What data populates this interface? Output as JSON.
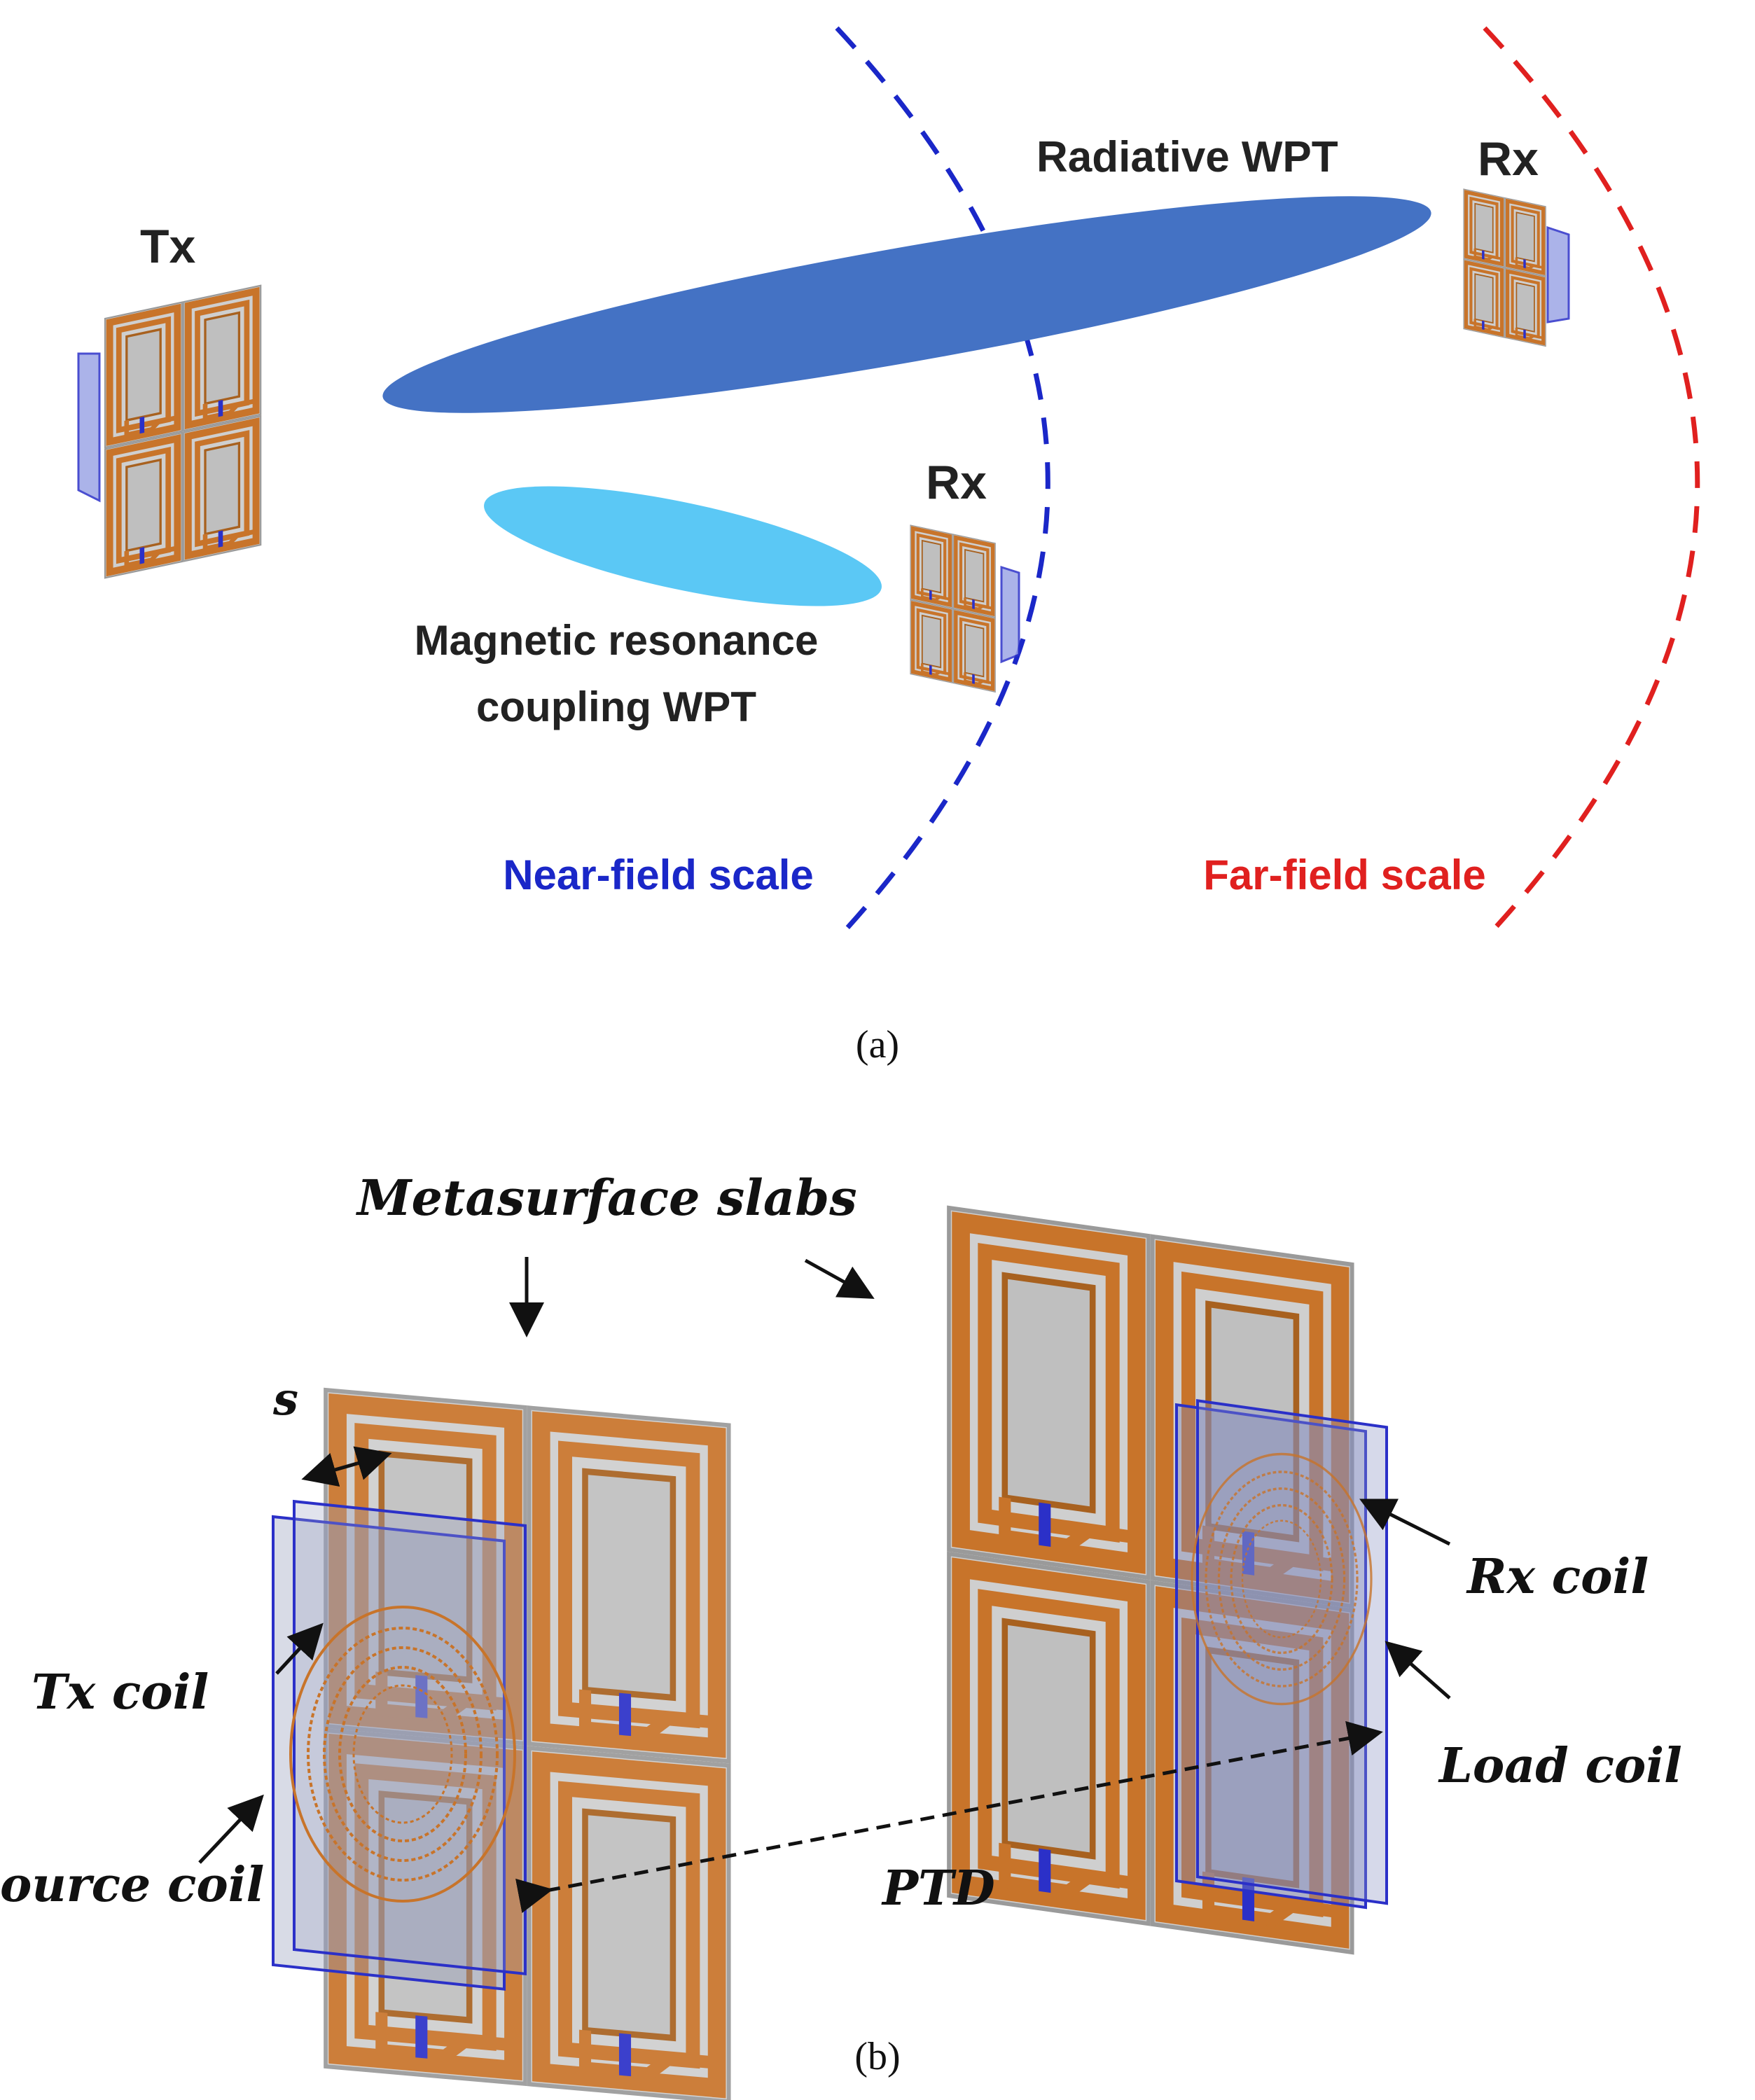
{
  "panel_a": {
    "tx_label": "Tx",
    "rx_far_label": "Rx",
    "rx_near_label": "Rx",
    "radiative_label": "Radiative WPT",
    "magnetic_line1": "Magnetic resonance",
    "magnetic_line2": "coupling WPT",
    "near_field_label": "Near-field scale",
    "far_field_label": "Far-field scale",
    "caption": "(a)"
  },
  "panel_b": {
    "metasurface_label": "Metasurface slabs",
    "s_label": "s",
    "tx_coil_label": "Tx coil",
    "source_coil_label": "ource coil",
    "rx_coil_label": "Rx coil",
    "load_coil_label": "Load coil",
    "ptd_label": "PTD",
    "caption": "(b)"
  },
  "colors": {
    "near_field": "#1a27c8",
    "far_field": "#e0201f",
    "radiative_beam": "#4472c4",
    "magnetic_beam": "#5bc8f5",
    "copper": "#c8742a",
    "substrate": "#bdbdbd",
    "coil_plane": "#2b30c8"
  }
}
